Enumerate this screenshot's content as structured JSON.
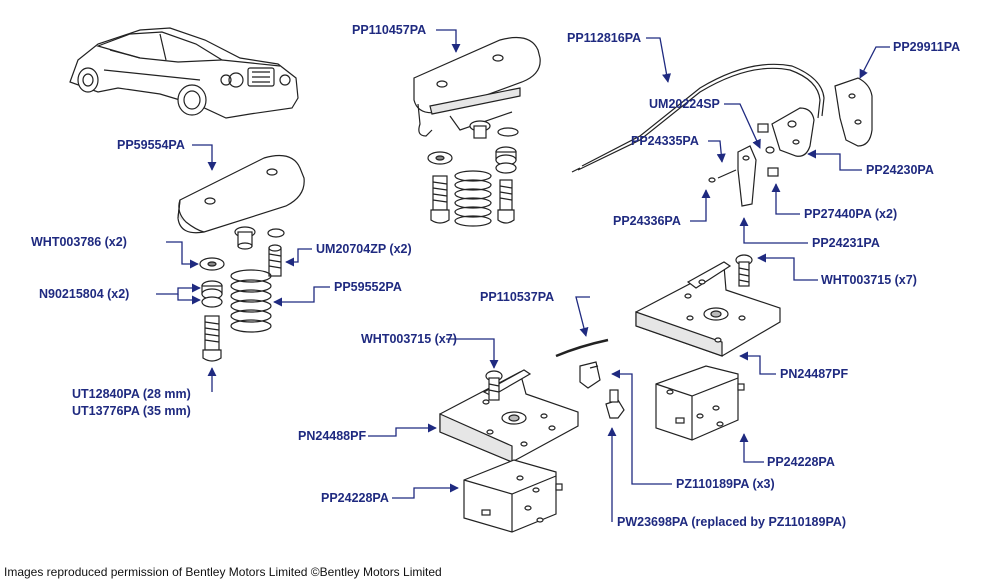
{
  "accent_color": "#1f2a80",
  "labels": {
    "pp110457pa": "PP110457PA",
    "pp112816pa": "PP112816PA",
    "pp29911pa": "PP29911PA",
    "um20224sp": "UM20224SP",
    "pp24335pa": "PP24335PA",
    "pp24230pa": "PP24230PA",
    "pp24336pa": "PP24336PA",
    "pp27440pa": "PP27440PA (x2)",
    "pp24231pa": "PP24231PA",
    "wht003715_right": "WHT003715 (x7)",
    "pp59554pa": "PP59554PA",
    "wht003786": "WHT003786 (x2)",
    "um20704zp": "UM20704ZP (x2)",
    "n90215804": "N90215804 (x2)",
    "pp59552pa": "PP59552PA",
    "ut12840pa": "UT12840PA (28 mm)",
    "ut13776pa": "UT13776PA (35 mm)",
    "pp110537pa": "PP110537PA",
    "wht003715_left": "WHT003715 (x7)",
    "pn24487pf": "PN24487PF",
    "pn24488pf": "PN24488PF",
    "pp24228pa_right": "PP24228PA",
    "pz110189pa": "PZ110189PA (x3)",
    "pp24228pa_left": "PP24228PA",
    "pw23698pa": "PW23698PA (replaced by PZ110189PA)"
  },
  "footer": "Images reproduced permission of Bentley Motors Limited ©Bentley Motors Limited"
}
